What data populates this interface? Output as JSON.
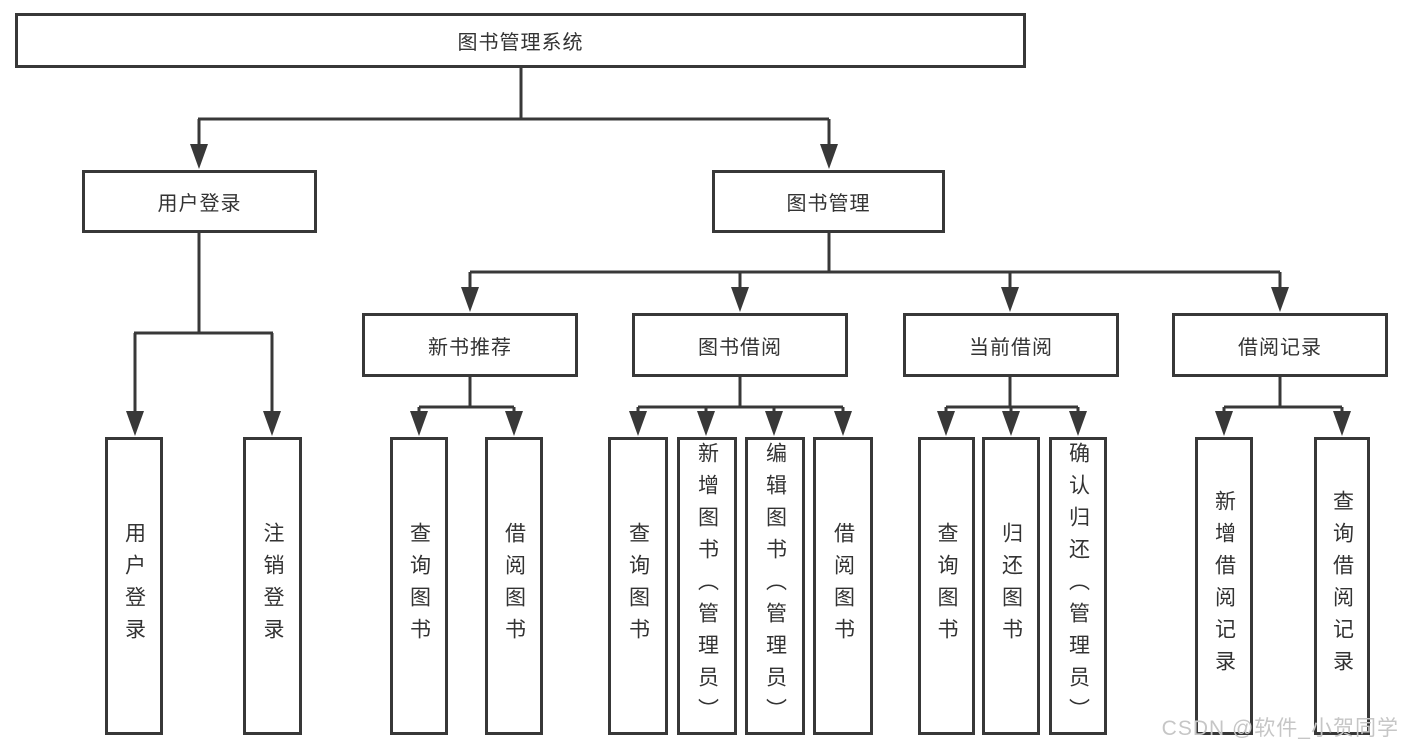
{
  "diagram": {
    "title": "图书管理系统",
    "user_login_branch": {
      "label": "用户登录",
      "leaves": [
        "用户登录",
        "注销登录"
      ]
    },
    "book_management_branch": {
      "label": "图书管理",
      "sections": {
        "new_book_recommend": {
          "label": "新书推荐",
          "leaves": [
            "查询图书",
            "借阅图书"
          ]
        },
        "book_borrow": {
          "label": "图书借阅",
          "leaves": [
            "查询图书",
            "新增图书（管理员）",
            "编辑图书（管理员）",
            "借阅图书"
          ]
        },
        "current_borrow": {
          "label": "当前借阅",
          "leaves": [
            "查询图书",
            "归还图书",
            "确认归还（管理员）"
          ]
        },
        "borrow_records": {
          "label": "借阅记录",
          "leaves": [
            "新增借阅记录",
            "查询借阅记录"
          ]
        }
      }
    },
    "watermark": "CSDN @软件_小贺同学",
    "colors": {
      "line": "#383838",
      "text": "#333333",
      "box_background": "#ffffff",
      "page_background": "#ffffff",
      "watermark": "#c6c6c6"
    }
  }
}
